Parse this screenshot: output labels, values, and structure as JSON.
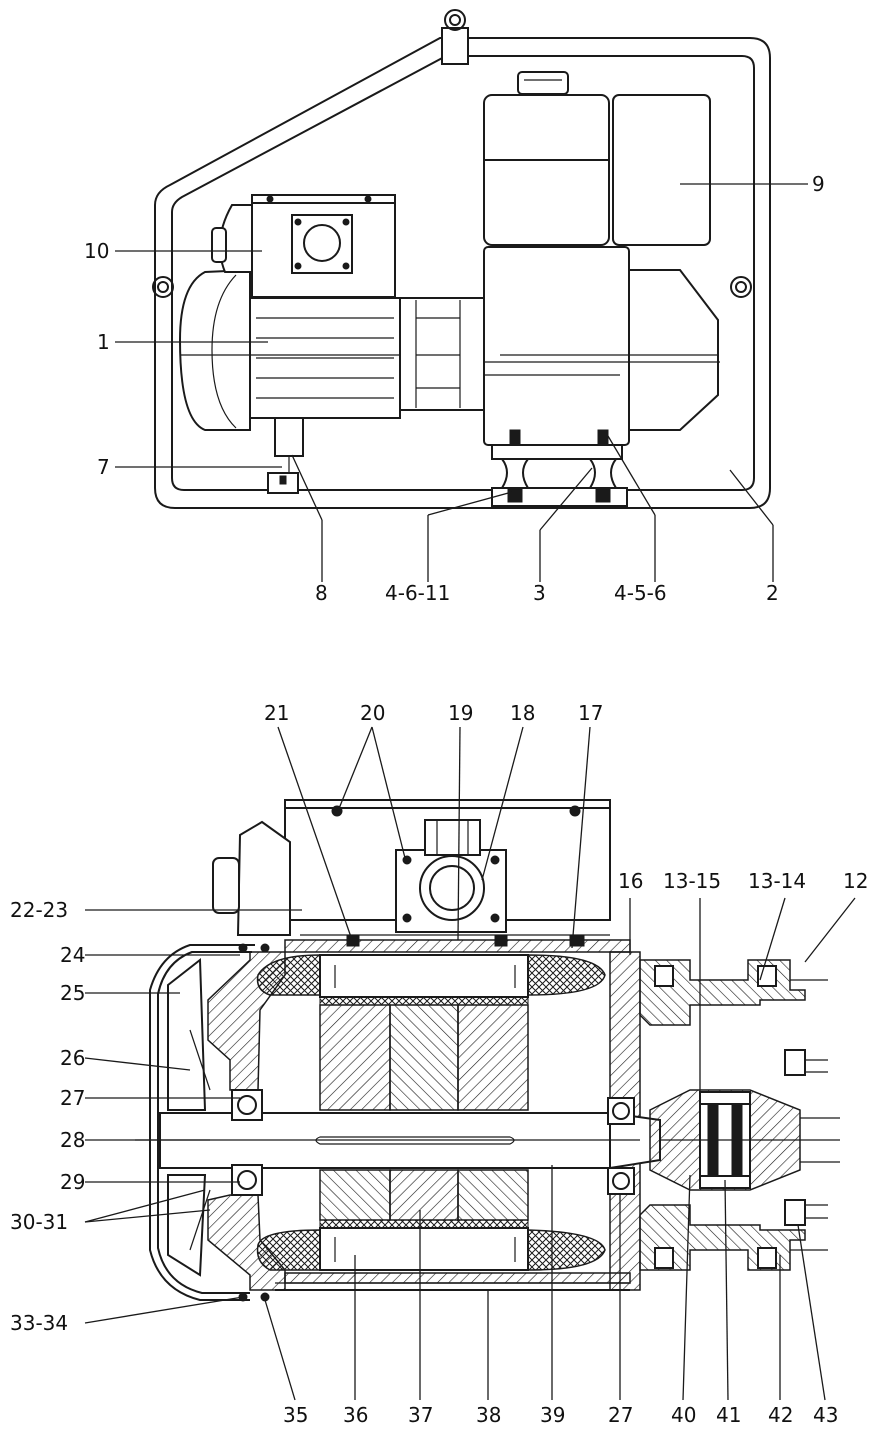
{
  "top_view": {
    "callouts": [
      {
        "id": "c10",
        "text": "10"
      },
      {
        "id": "c1",
        "text": "1"
      },
      {
        "id": "c7",
        "text": "7"
      },
      {
        "id": "c9",
        "text": "9"
      },
      {
        "id": "c8",
        "text": "8"
      },
      {
        "id": "c4611",
        "text": "4-6-11"
      },
      {
        "id": "c3",
        "text": "3"
      },
      {
        "id": "c456",
        "text": "4-5-6"
      },
      {
        "id": "c2",
        "text": "2"
      }
    ]
  },
  "section_view": {
    "callouts": [
      {
        "id": "s21",
        "text": "21"
      },
      {
        "id": "s20",
        "text": "20"
      },
      {
        "id": "s19",
        "text": "19"
      },
      {
        "id": "s18",
        "text": "18"
      },
      {
        "id": "s17",
        "text": "17"
      },
      {
        "id": "s16",
        "text": "16"
      },
      {
        "id": "s1315",
        "text": "13-15"
      },
      {
        "id": "s1314",
        "text": "13-14"
      },
      {
        "id": "s12",
        "text": "12"
      },
      {
        "id": "s2223",
        "text": "22-23"
      },
      {
        "id": "s24",
        "text": "24"
      },
      {
        "id": "s25",
        "text": "25"
      },
      {
        "id": "s26",
        "text": "26"
      },
      {
        "id": "s27a",
        "text": "27"
      },
      {
        "id": "s28",
        "text": "28"
      },
      {
        "id": "s29",
        "text": "29"
      },
      {
        "id": "s3031",
        "text": "30-31"
      },
      {
        "id": "s3334",
        "text": "33-34"
      },
      {
        "id": "s35",
        "text": "35"
      },
      {
        "id": "s36",
        "text": "36"
      },
      {
        "id": "s37",
        "text": "37"
      },
      {
        "id": "s38",
        "text": "38"
      },
      {
        "id": "s39",
        "text": "39"
      },
      {
        "id": "s27b",
        "text": "27"
      },
      {
        "id": "s40",
        "text": "40"
      },
      {
        "id": "s41",
        "text": "41"
      },
      {
        "id": "s42",
        "text": "42"
      },
      {
        "id": "s43",
        "text": "43"
      }
    ]
  }
}
